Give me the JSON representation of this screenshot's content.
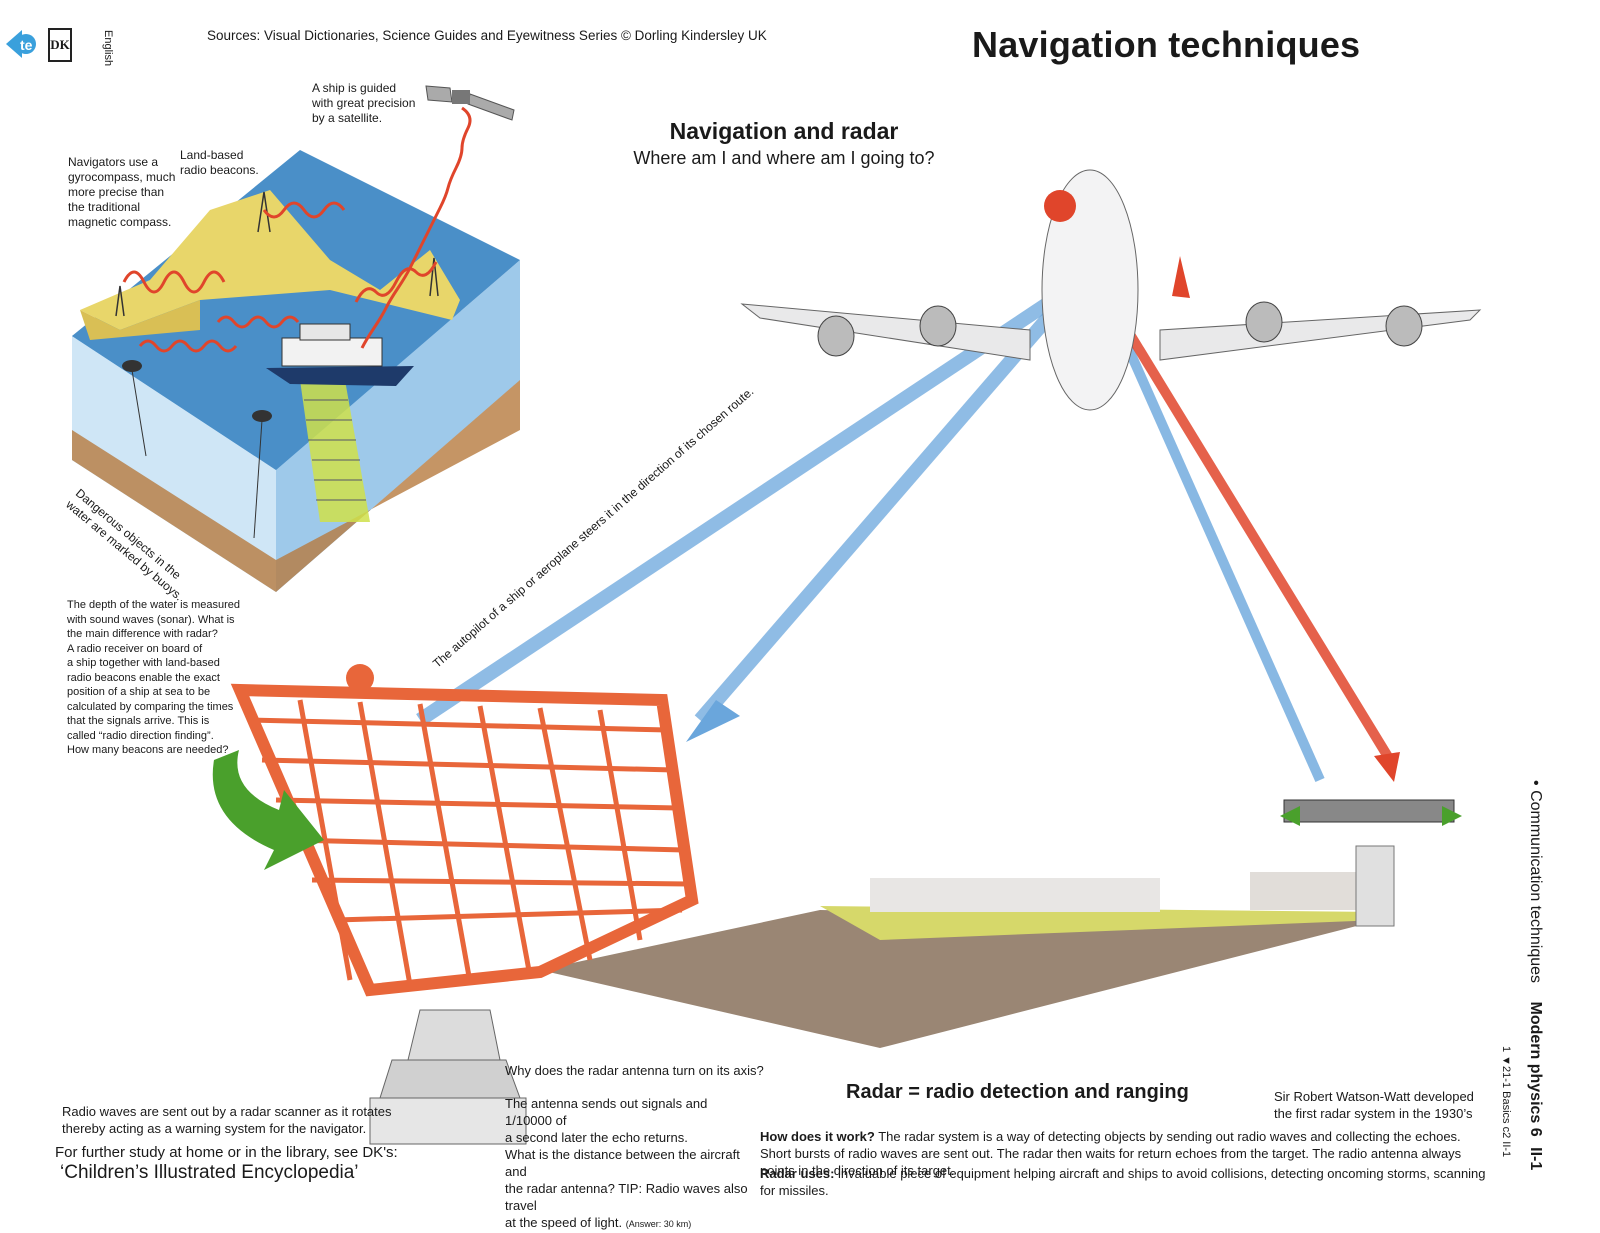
{
  "header": {
    "logo_text": "DK",
    "language": "English",
    "sources": "Sources: Visual Dictionaries, Science Guides and Eyewitness Series © Dorling Kindersley UK",
    "title": "Navigation techniques"
  },
  "section": {
    "heading": "Navigation and radar",
    "subheading": "Where am I and where am I going to?"
  },
  "captions": {
    "satellite": "A ship is guided\nwith great precision\nby a satellite.",
    "gyrocompass": "Navigators use a\ngyrocompass, much\nmore precise than\nthe traditional\nmagnetic compass.",
    "beacons": "Land-based\nradio beacons.",
    "buoys": "Dangerous objects in the\nwater are marked by buoys.",
    "autopilot": "The autopilot of a ship or aeroplane steers it in the direction of its chosen route.",
    "sonar": "The depth of the water is measured\nwith sound waves (sonar). What is\nthe main difference with radar?\nA radio receiver on board of\na ship together with land-based\nradio beacons enable the exact\nposition of a ship at sea to be\ncalculated by comparing the times\nthat the signals arrive. This is\ncalled “radio direction finding”.\nHow many beacons are needed?",
    "scanner": "Radio waves are sent out by a radar scanner as it rotates\nthereby acting as a warning system for the navigator.",
    "antenna_q": "Why does the radar antenna turn on its axis?",
    "antenna_body": "The antenna sends out signals and 1/10000 of\na second later the echo returns.\nWhat is the distance between the aircraft and\nthe radar antenna? TIP: Radio waves also travel\nat the speed of light.",
    "antenna_answer": "(Answer: 30 km)",
    "watson": "Sir Robert Watson-Watt developed\nthe first radar system in the 1930’s"
  },
  "radar": {
    "heading": "Radar = radio detection and ranging",
    "how_label": "How does it work?",
    "how_text": " The radar system is a way of detecting objects by sending out radio waves and collecting the echoes. Short bursts of radio waves are sent out. The radar then waits for return echoes from the target. The radio antenna always points in the direction of its target.",
    "uses_label": "Radar uses:",
    "uses_text": " invaluable piece of equipment helping aircraft and ships to avoid collisions, detecting oncoming storms, scanning for missiles."
  },
  "footer": {
    "further": "For further study at home or in the library, see DK's:",
    "book": "‘Children’s Illustrated Encyclopedia’"
  },
  "side": {
    "bullet": "•",
    "topic": "Communication techniques",
    "course": "Modern physics 6",
    "course_code": "II-1",
    "index": "1 ▼21-1  Basics c2  II-1"
  },
  "colors": {
    "wave_red": "#e0452b",
    "wave_blue": "#6aa6dc",
    "radar_orange": "#e8663a",
    "green_arrow": "#4aa02c",
    "sea": "#4a8fc8",
    "land": "#e8d66a"
  }
}
